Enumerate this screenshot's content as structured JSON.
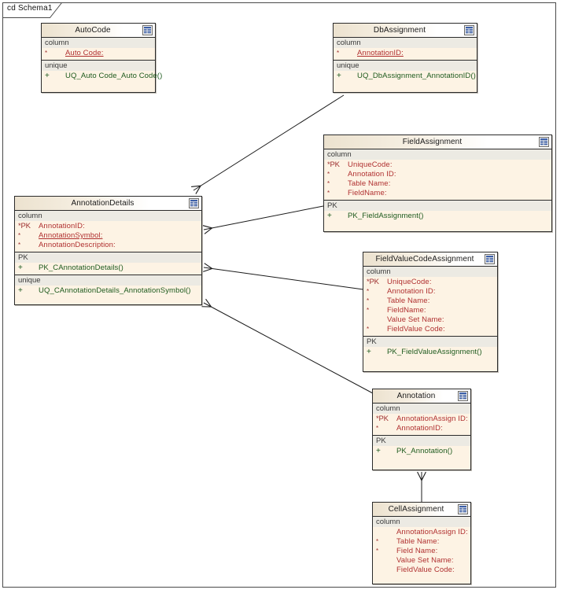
{
  "frame": {
    "label": "cd Schema1"
  },
  "colors": {
    "class_fill": "#fdf3e4",
    "compartment_label_fill": "#eceae3",
    "border": "#2b2b2b",
    "attribute_text": "#b03030",
    "operation_text": "#1d5a1d",
    "marker_text": "#9d2f2f",
    "canvas": "#ffffff"
  },
  "classes": [
    {
      "id": "autocode",
      "name": "AutoCode",
      "icon": "table-icon",
      "compartments": [
        {
          "title": "column",
          "rows": [
            {
              "marker": "*",
              "text": "Auto Code:",
              "kind": "attribute",
              "unique": true
            }
          ]
        },
        {
          "title": "unique",
          "rows": [
            {
              "marker": "+",
              "text": "UQ_Auto Code_Auto Code()",
              "kind": "operation"
            }
          ]
        }
      ]
    },
    {
      "id": "dbassignment",
      "name": "DbAssignment",
      "icon": "table-icon",
      "compartments": [
        {
          "title": "column",
          "rows": [
            {
              "marker": "*",
              "text": "AnnotationID:",
              "kind": "attribute",
              "unique": true
            }
          ]
        },
        {
          "title": "unique",
          "rows": [
            {
              "marker": "+",
              "text": "UQ_DbAssignment_AnnotationID()",
              "kind": "operation"
            }
          ]
        }
      ]
    },
    {
      "id": "fieldassignment",
      "name": "FieldAssignment",
      "icon": "table-icon",
      "compartments": [
        {
          "title": "column",
          "rows": [
            {
              "marker": "*PK",
              "text": "UniqueCode:",
              "kind": "attribute"
            },
            {
              "marker": "*",
              "text": "Annotation ID:",
              "kind": "attribute"
            },
            {
              "marker": "*",
              "text": "Table Name:",
              "kind": "attribute"
            },
            {
              "marker": "*",
              "text": "FieldName:",
              "kind": "attribute"
            }
          ]
        },
        {
          "title": "PK",
          "rows": [
            {
              "marker": "+",
              "text": "PK_FieldAssignment()",
              "kind": "operation"
            }
          ]
        }
      ]
    },
    {
      "id": "annotationdetails",
      "name": "AnnotationDetails",
      "icon": "table-icon",
      "compartments": [
        {
          "title": "column",
          "rows": [
            {
              "marker": "*PK",
              "text": "AnnotationID:",
              "kind": "attribute"
            },
            {
              "marker": "*",
              "text": "AnnotationSymbol:",
              "kind": "attribute",
              "unique": true
            },
            {
              "marker": "*",
              "text": "AnnotationDescription:",
              "kind": "attribute"
            }
          ]
        },
        {
          "title": "PK",
          "rows": [
            {
              "marker": "+",
              "text": "PK_CAnnotationDetails()",
              "kind": "operation"
            }
          ]
        },
        {
          "title": "unique",
          "rows": [
            {
              "marker": "+",
              "text": "UQ_CAnnotationDetails_AnnotationSymbol()",
              "kind": "operation"
            }
          ]
        }
      ]
    },
    {
      "id": "fieldvaluecodeassignment",
      "name": "FieldValueCodeAssignment",
      "icon": "table-icon",
      "compartments": [
        {
          "title": "column",
          "rows": [
            {
              "marker": "*PK",
              "text": "UniqueCode:",
              "kind": "attribute"
            },
            {
              "marker": "*",
              "text": "Annotation ID:",
              "kind": "attribute"
            },
            {
              "marker": "*",
              "text": "Table Name:",
              "kind": "attribute"
            },
            {
              "marker": "*",
              "text": "FieldName:",
              "kind": "attribute"
            },
            {
              "marker": "",
              "text": "Value Set Name:",
              "kind": "attribute"
            },
            {
              "marker": "*",
              "text": "FieldValue Code:",
              "kind": "attribute"
            }
          ]
        },
        {
          "title": "PK",
          "rows": [
            {
              "marker": "+",
              "text": "PK_FieldValueAssignment()",
              "kind": "operation"
            }
          ]
        }
      ]
    },
    {
      "id": "annotation",
      "name": "Annotation",
      "icon": "table-icon",
      "compartments": [
        {
          "title": "column",
          "rows": [
            {
              "marker": "*PK",
              "text": "AnnotationAssign ID:",
              "kind": "attribute"
            },
            {
              "marker": "*",
              "text": "AnnotationID:",
              "kind": "attribute"
            }
          ]
        },
        {
          "title": "PK",
          "rows": [
            {
              "marker": "+",
              "text": "PK_Annotation()",
              "kind": "operation"
            }
          ]
        }
      ]
    },
    {
      "id": "cellassignment",
      "name": "CellAssignment",
      "icon": "table-icon",
      "compartments": [
        {
          "title": "column",
          "rows": [
            {
              "marker": "",
              "text": "AnnotationAssign ID:",
              "kind": "attribute"
            },
            {
              "marker": "*",
              "text": "Table Name:",
              "kind": "attribute"
            },
            {
              "marker": "*",
              "text": "Field Name:",
              "kind": "attribute"
            },
            {
              "marker": "",
              "text": "Value Set Name:",
              "kind": "attribute"
            },
            {
              "marker": "",
              "text": "FieldValue Code:",
              "kind": "attribute"
            }
          ]
        }
      ]
    }
  ],
  "connections": [
    {
      "from": "dbassignment",
      "to": "annotationdetails",
      "type": "dependency-arrow"
    },
    {
      "from": "fieldassignment",
      "to": "annotationdetails",
      "type": "dependency-arrow"
    },
    {
      "from": "fieldvaluecodeassignment",
      "to": "annotationdetails",
      "type": "dependency-arrow"
    },
    {
      "from": "annotation",
      "to": "annotationdetails",
      "type": "dependency-arrow"
    },
    {
      "from": "cellassignment",
      "to": "annotation",
      "type": "dependency-arrow"
    }
  ]
}
